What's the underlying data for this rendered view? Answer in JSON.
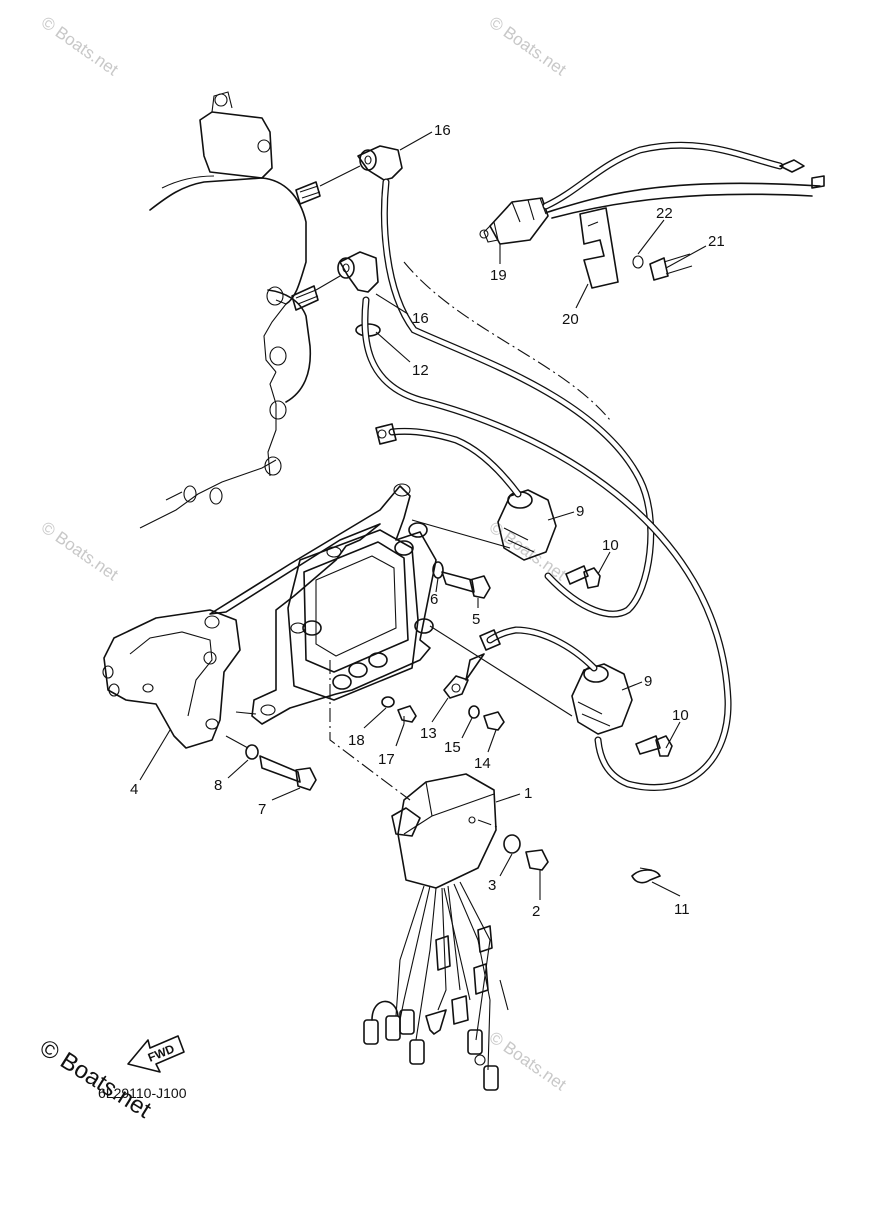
{
  "diagram": {
    "drawing_code": "6L29110-J100",
    "fwd_label": "FWD",
    "watermark": "© Boats.net",
    "watermark_corner": "© Boats.net",
    "callouts": [
      {
        "id": "c16a",
        "label": "16"
      },
      {
        "id": "c16b",
        "label": "16"
      },
      {
        "id": "c12",
        "label": "12"
      },
      {
        "id": "c22",
        "label": "22"
      },
      {
        "id": "c21",
        "label": "21"
      },
      {
        "id": "c19",
        "label": "19"
      },
      {
        "id": "c20",
        "label": "20"
      },
      {
        "id": "c9a",
        "label": "9"
      },
      {
        "id": "c10a",
        "label": "10"
      },
      {
        "id": "c6",
        "label": "6"
      },
      {
        "id": "c5",
        "label": "5"
      },
      {
        "id": "c9b",
        "label": "9"
      },
      {
        "id": "c10b",
        "label": "10"
      },
      {
        "id": "c13",
        "label": "13"
      },
      {
        "id": "c15",
        "label": "15"
      },
      {
        "id": "c14",
        "label": "14"
      },
      {
        "id": "c18",
        "label": "18"
      },
      {
        "id": "c17",
        "label": "17"
      },
      {
        "id": "c4",
        "label": "4"
      },
      {
        "id": "c8",
        "label": "8"
      },
      {
        "id": "c7",
        "label": "7"
      },
      {
        "id": "c1",
        "label": "1"
      },
      {
        "id": "c3",
        "label": "3"
      },
      {
        "id": "c2",
        "label": "2"
      },
      {
        "id": "c11",
        "label": "11"
      }
    ]
  }
}
